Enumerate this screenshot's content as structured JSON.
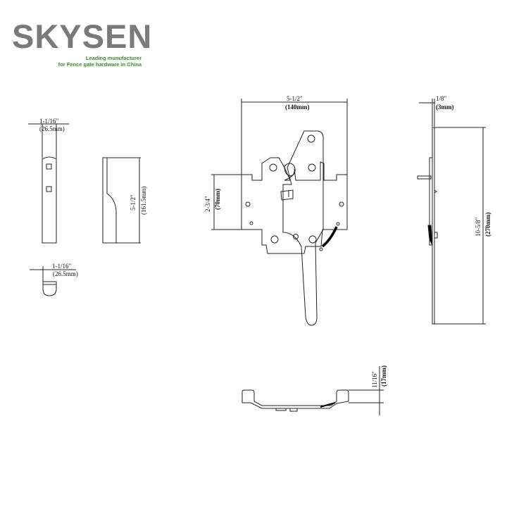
{
  "brand": {
    "name": "SKYSEN",
    "tagline_line1": "Leading munufacturer",
    "tagline_line2": "for Fence gate hardware in China",
    "name_color": "#7a7a7a",
    "tagline_color": "#3a8a2a"
  },
  "drawing": {
    "title": "Gate latch technical drawing",
    "views": {
      "keeper_front": {
        "width_in": "1-1/16\"",
        "width_mm": "(26.5mm)"
      },
      "keeper_side": {
        "height_in": "5-1/2\"",
        "height_mm": "(161.5mm)"
      },
      "keeper_top": {
        "width_in": "1-1/16\"",
        "width_mm": "(26.5mm)"
      },
      "latch_front": {
        "width_in": "5-1/2\"",
        "width_mm": "(140mm)",
        "plate_height_in": "2-3/4\"",
        "plate_height_mm": "(70mm)"
      },
      "latch_side": {
        "thickness_in": "1/8\"",
        "thickness_mm": "(3mm)",
        "height_in": "10-5/8\"",
        "height_mm": "(270mm)"
      },
      "latch_bottom": {
        "depth_in": "11/16\"",
        "depth_mm": "(17mm)"
      }
    }
  }
}
